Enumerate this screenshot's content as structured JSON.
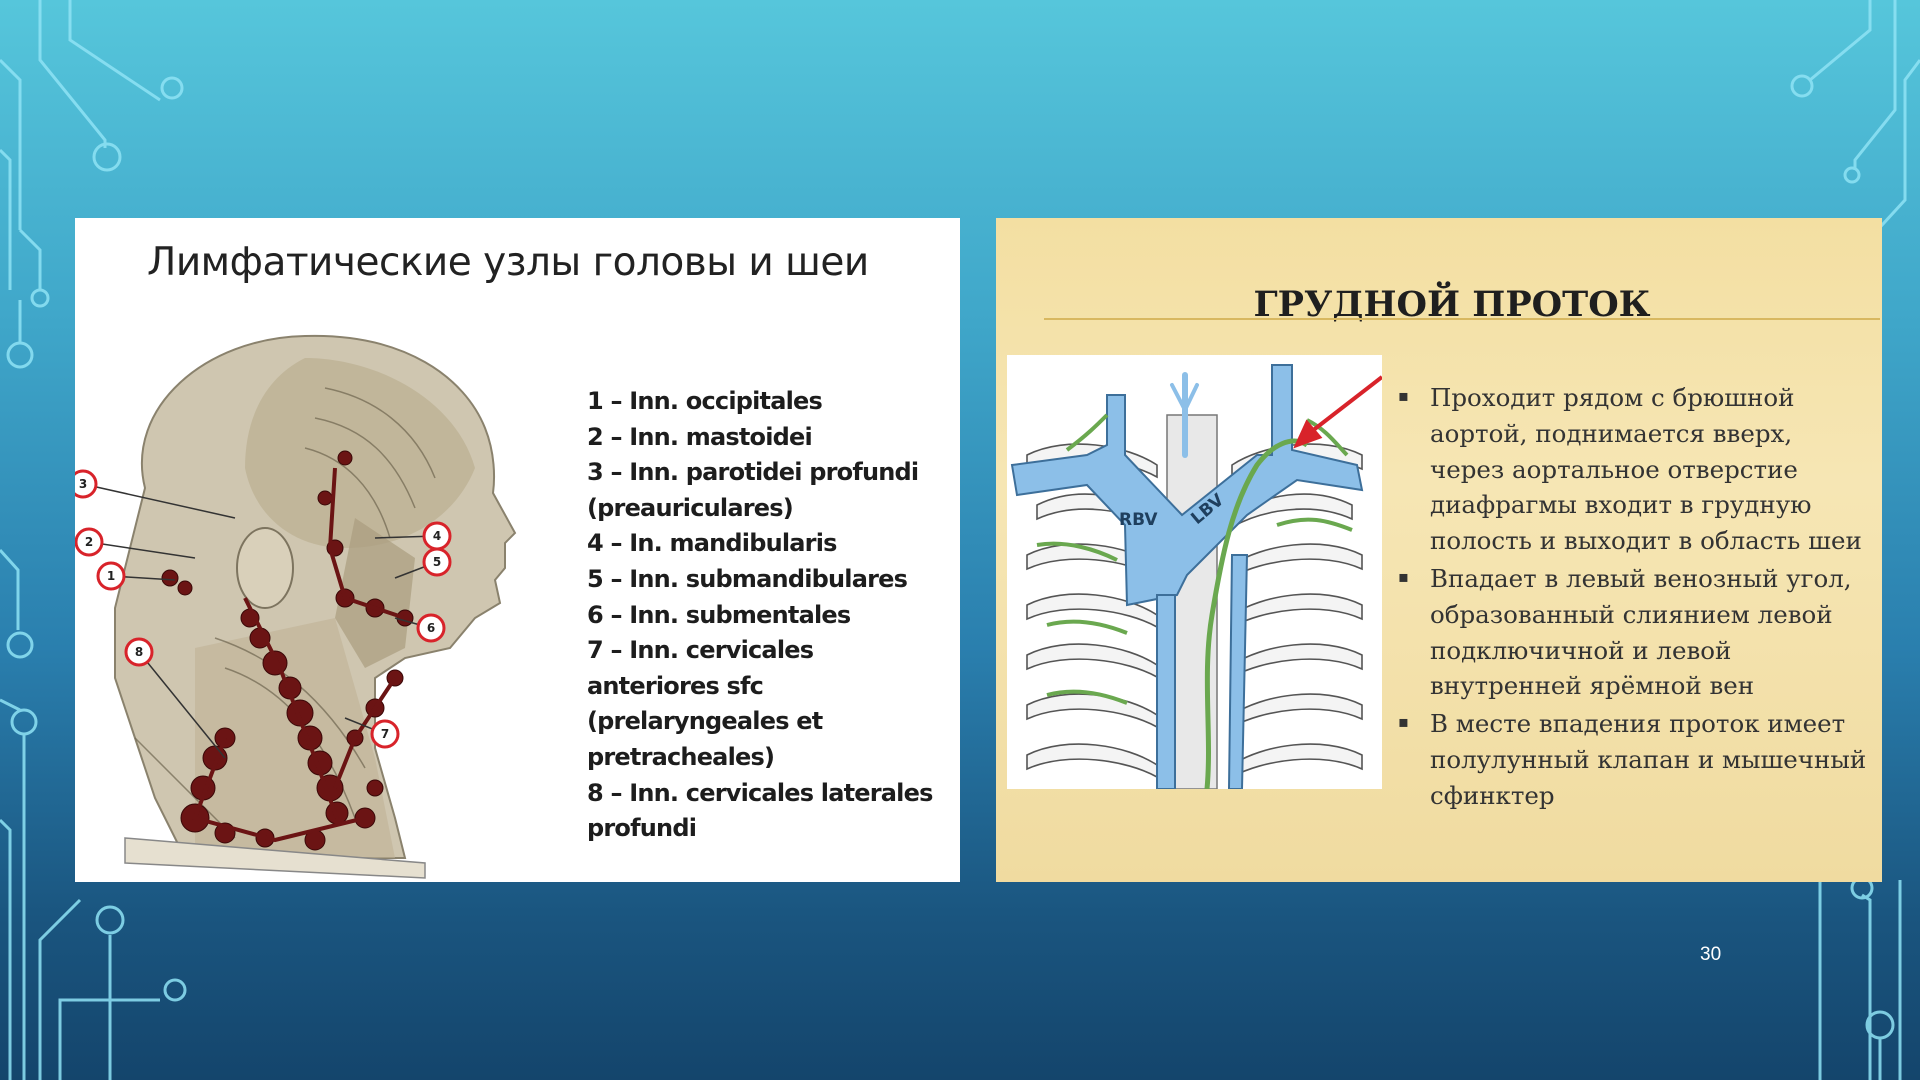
{
  "left_panel": {
    "title": "Лимфатические узлы головы и шеи",
    "legend": [
      "1 – Inn. occipitales",
      "2 – Inn. mastoidei",
      "3 – Inn. parotidei profundi",
      "(preauriculares)",
      "4 – In. mandibularis",
      "5 – Inn. submandibulares",
      "6 – Inn.  submentales",
      "7 – Inn. cervicales",
      "anteriores sfc",
      "(prelaryngeales et",
      "pretracheales)",
      "8 – Inn. cervicales laterales",
      "profundi"
    ],
    "markers": [
      "1",
      "2",
      "3",
      "4",
      "5",
      "6",
      "7",
      "8"
    ]
  },
  "right_panel": {
    "title": "ГРУДНОЙ ПРОТОК",
    "figure_labels": {
      "rbv": "RBV",
      "lbv": "LBV"
    },
    "bullets": [
      "Проходит рядом с брюшной аортой, поднимается вверх, через аортальное отверстие диафрагмы входит в грудную полость и выходит в область шеи",
      "Впадает в левый венозный угол, образованный слиянием левой подключичной и левой внутренней ярёмной вен",
      "В месте впадения проток имеет полулунный клапан и мышечный сфинктер"
    ]
  },
  "page_number": "30",
  "colors": {
    "background_top": "#56c6db",
    "background_bottom": "#14456c",
    "circuit_line": "#8fe3f5",
    "marker_red": "#d8232a",
    "vein_blue": "#8cbfe8",
    "duct_green": "#6aa84f",
    "panel_gold": "#f3dfa2"
  }
}
